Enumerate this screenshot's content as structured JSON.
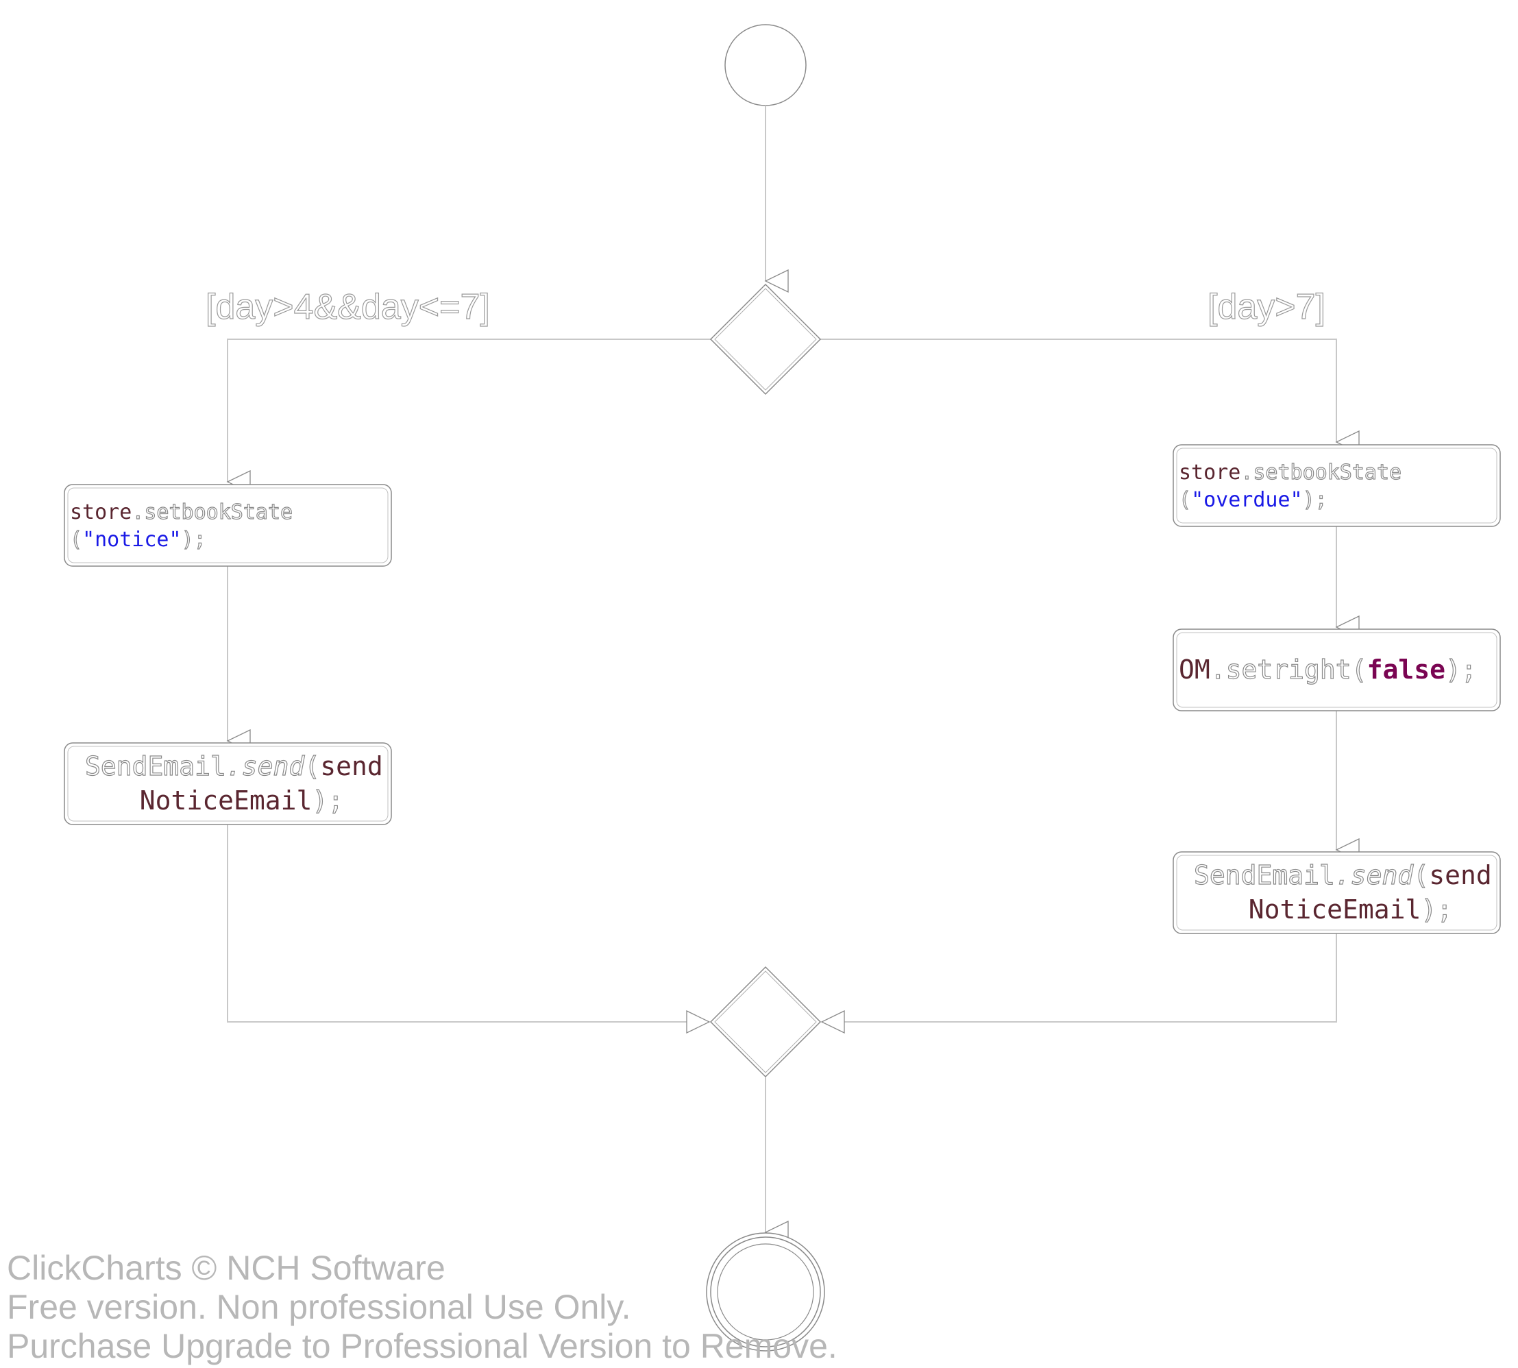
{
  "guards": {
    "left": "[day>4&&day<=7]",
    "right": "[day>7]"
  },
  "actions": {
    "notice_state": {
      "obj": "store",
      "method": ".setbookState",
      "open": "(",
      "arg": "\"notice\"",
      "close": ");"
    },
    "notice_email": {
      "obj": "SendEmail",
      "method": ".send",
      "open": "(",
      "arg1": "send",
      "arg2": "NoticeEmail",
      "close": ");"
    },
    "overdue_state": {
      "obj": "store",
      "method": ".setbookState",
      "open": "(",
      "arg": "\"overdue\"",
      "close": ");"
    },
    "set_right": {
      "obj": "OM",
      "method": ".setright",
      "open": "(",
      "arg": "false",
      "close": ");"
    },
    "overdue_email": {
      "obj": "SendEmail",
      "method": ".send",
      "open": "(",
      "arg1": "send",
      "arg2": "NoticeEmail",
      "close": ");"
    }
  },
  "watermark": {
    "line1": "ClickCharts © NCH Software",
    "line2": "Free version. Non professional Use Only.",
    "line3": "Purchase Upgrade to Professional Version to Remove."
  }
}
